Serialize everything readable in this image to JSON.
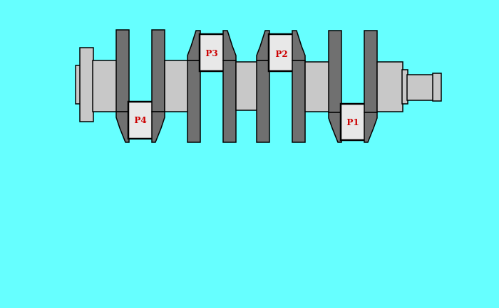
{
  "colors": {
    "background": "#66ffff",
    "shaft": "#c8c8c8",
    "web": "#707070",
    "pin": "#e8e8e8",
    "outline": "#000000",
    "label": "#cc0000"
  },
  "labels": {
    "pin1": "P1",
    "pin2": "P2",
    "pin3": "P3",
    "pin4": "P4"
  }
}
